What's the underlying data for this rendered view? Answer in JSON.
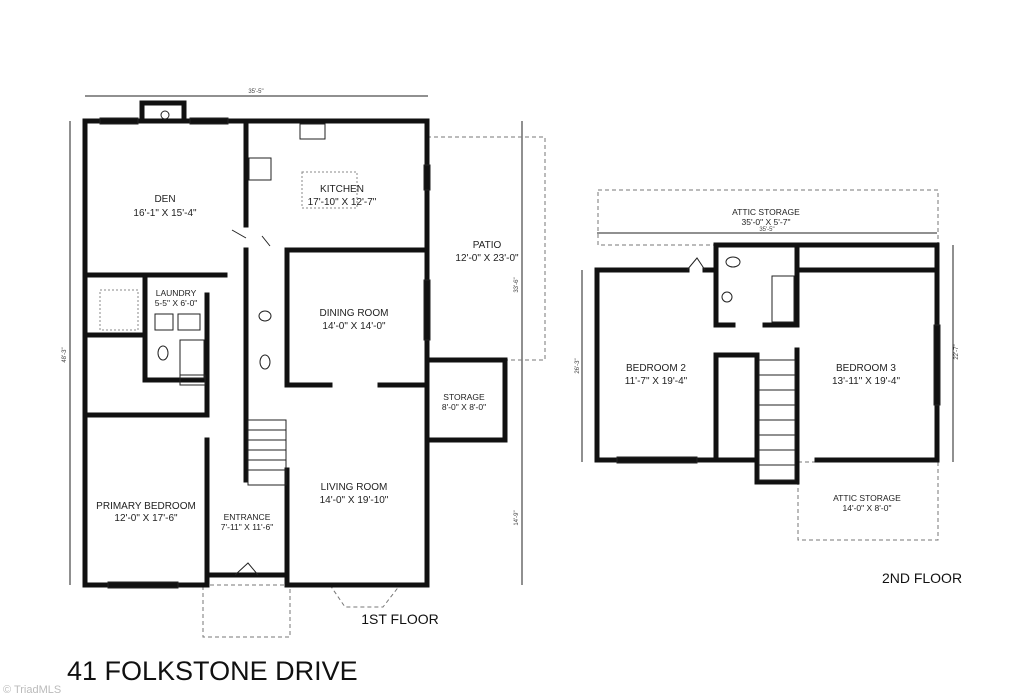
{
  "title": "41 FOLKSTONE DRIVE",
  "watermark": "© TriadMLS",
  "first_floor": {
    "label": "1ST FLOOR",
    "dimensions": {
      "width": "35'-5\"",
      "depth": "48'-3\"",
      "right_upper": "33'-6\"",
      "right_lower": "14'-9\""
    },
    "rooms": [
      {
        "name": "DEN",
        "size": "16'-1\" X 15'-4\""
      },
      {
        "name": "KITCHEN",
        "size": "17'-10\" X 12'-7\""
      },
      {
        "name": "PATIO",
        "size": "12'-0\" X 23'-0\""
      },
      {
        "name": "LAUNDRY",
        "size": "5-5\" X 6'-0\""
      },
      {
        "name": "DINING ROOM",
        "size": "14'-0\" X 14'-0\""
      },
      {
        "name": "STORAGE",
        "size": "8'-0\" X 8'-0\""
      },
      {
        "name": "LIVING ROOM",
        "size": "14'-0\" X 19'-10\""
      },
      {
        "name": "PRIMARY BEDROOM",
        "size": "12'-0\" X 17'-6\""
      },
      {
        "name": "ENTRANCE",
        "size": "7'-11\" X 11'-6\""
      }
    ]
  },
  "second_floor": {
    "label": "2ND FLOOR",
    "dimensions": {
      "width": "35'-5\"",
      "left": "26'-3\"",
      "right": "22'-7\""
    },
    "rooms": [
      {
        "name": "ATTIC STORAGE",
        "size": "35'-0\" X 5'-7\""
      },
      {
        "name": "BEDROOM 2",
        "size": "11'-7\" X 19'-4\""
      },
      {
        "name": "BEDROOM 3",
        "size": "13'-11\" X 19'-4\""
      },
      {
        "name": "ATTIC STORAGE",
        "size": "14'-0\" X 8'-0\""
      }
    ]
  }
}
